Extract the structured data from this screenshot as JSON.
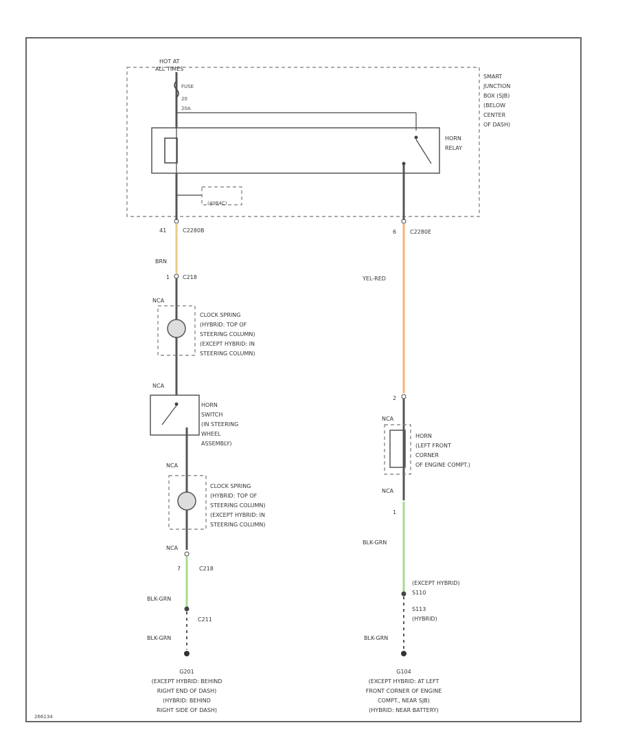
{
  "power": {
    "line1": "HOT AT",
    "line2": "ALL TIMES"
  },
  "fuse": {
    "line1": "FUSE",
    "line2": "20",
    "line3": "20A"
  },
  "sjb": {
    "lines": [
      "SMART",
      "JUNCTION",
      "BOX (SJB)",
      "(BELOW",
      "CENTER",
      "OF DASH)"
    ]
  },
  "horn_relay": {
    "line1": "HORN",
    "line2": "RELAY"
  },
  "module": {
    "label": "(40B4C)"
  },
  "left": {
    "pin1": "41",
    "conn1": "C2280B",
    "wire1": "BRN",
    "pin2": "1",
    "conn2": "C218",
    "nca1": "NCA",
    "clock1": [
      "CLOCK SPRING",
      "(HYBRID: TOP OF",
      "STEERING COLUMN)",
      "(EXCEPT HYBRID: IN",
      "STEERING COLUMN)"
    ],
    "nca2": "NCA",
    "switch": [
      "HORN",
      "SWITCH",
      "(IN STEERING",
      "WHEEL",
      "ASSEMBLY)"
    ],
    "nca3": "NCA",
    "clock2": [
      "CLOCK SPRING",
      "(HYBRID: TOP OF",
      "STEERING COLUMN)",
      "(EXCEPT HYBRID: IN",
      "STEERING COLUMN)"
    ],
    "nca4": "NCA",
    "pin3": "7",
    "conn3": "C218",
    "wire2": "BLK-GRN",
    "splice": "C211",
    "wire3": "BLK-GRN",
    "ground": [
      "G201",
      "(EXCEPT HYBRID: BEHIND",
      "RIGHT END OF DASH)",
      "(HYBRID: BEHIND",
      "RIGHT SIDE OF DASH)"
    ]
  },
  "right": {
    "pin1": "6",
    "conn1": "C2280E",
    "wire1": "YEL-RED",
    "pin2": "2",
    "nca1": "NCA",
    "horn": [
      "HORN",
      "(LEFT FRONT",
      "CORNER",
      "OF ENGINE COMPT.)"
    ],
    "nca2": "NCA",
    "pin3": "1",
    "wire2": "BLK-GRN",
    "splice1": [
      "(EXCEPT HYBRID)",
      "S110"
    ],
    "splice2": [
      "S113",
      "(HYBRID)"
    ],
    "wire3": "BLK-GRN",
    "ground": [
      "G104",
      "(EXCEPT HYBRID: AT LEFT",
      "FRONT CORNER OF ENGINE",
      "COMPT., NEAR SJB)",
      "(HYBRID: NEAR BATTERY)"
    ]
  },
  "footer": {
    "code": "266134"
  },
  "colors": {
    "brown_wire": "#e8c98a",
    "yellow_red_wire": "#f5b27a",
    "green_wire": "#a9d98f"
  }
}
